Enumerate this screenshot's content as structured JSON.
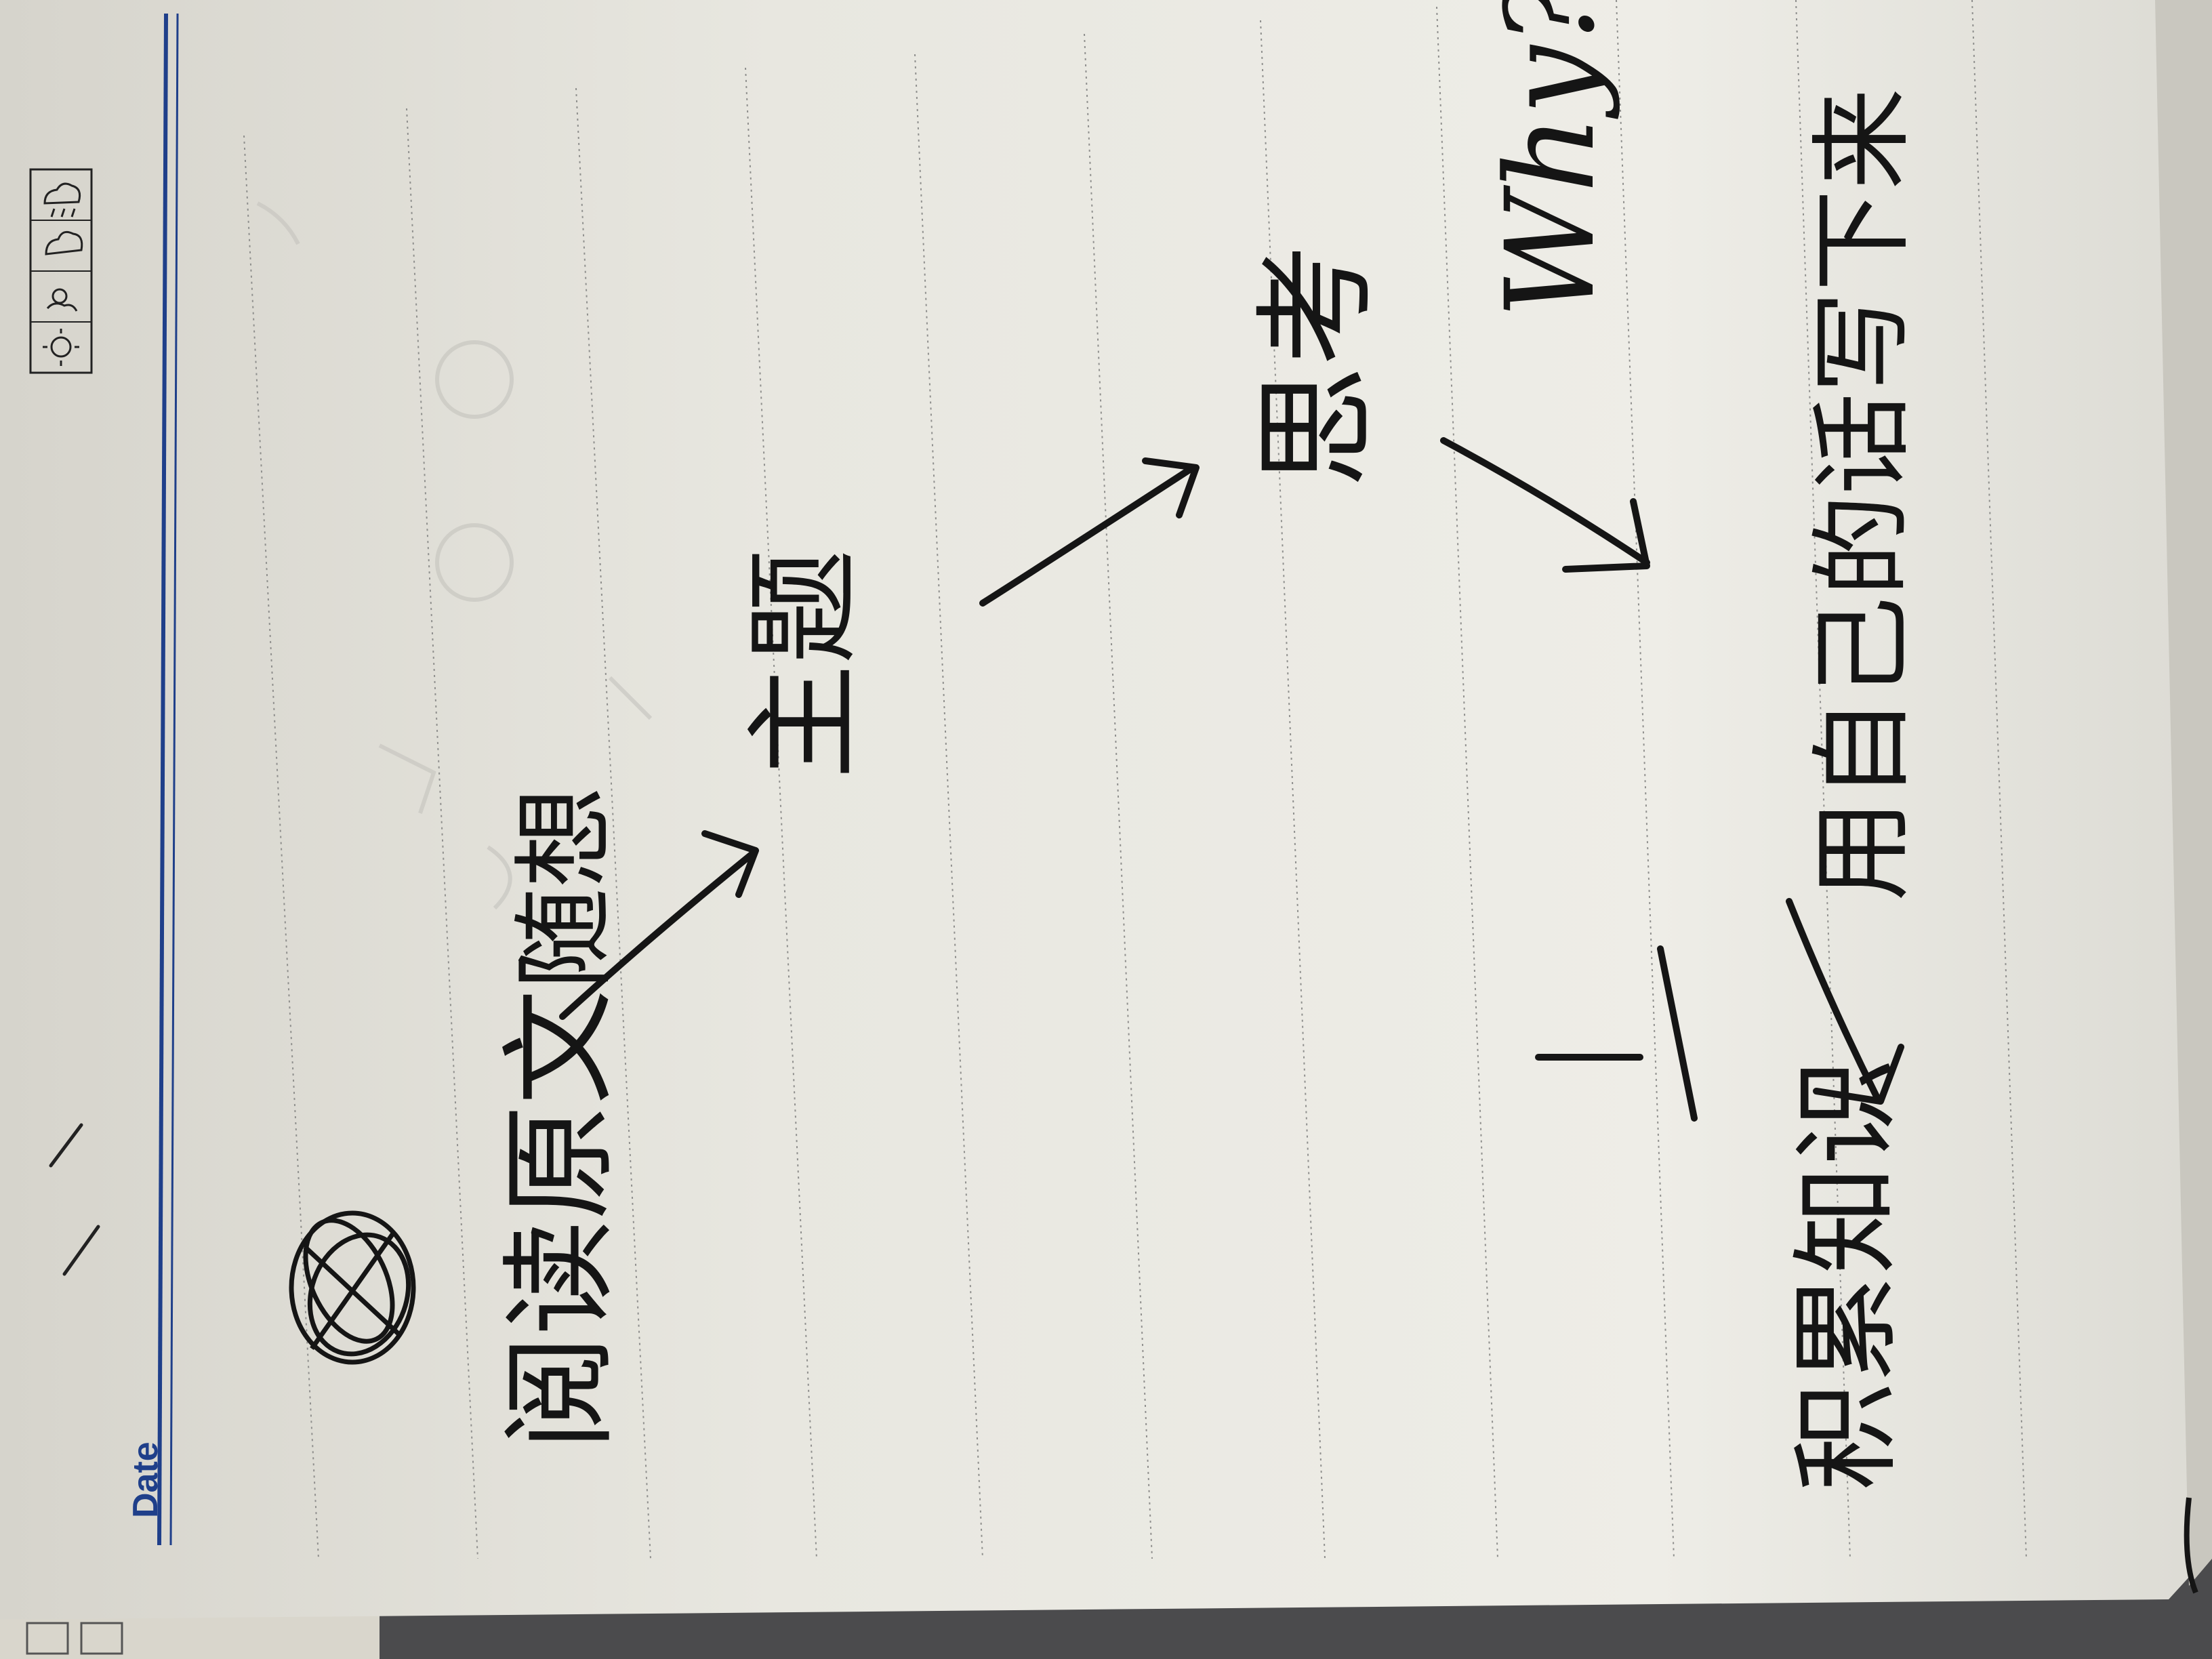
{
  "photo": {
    "subject": "notebook-page-handwritten-flow",
    "orientation": "rotated-90-ccw"
  },
  "header": {
    "date_label": "Date",
    "date_slashes": "/      /",
    "weather_icons": [
      "sun-icon",
      "partly-sunny-icon",
      "cloud-icon",
      "rain-icon"
    ]
  },
  "notes": {
    "scribble_title": "",
    "nodes": [
      {
        "id": "n1",
        "text": "阅读原文"
      },
      {
        "id": "n2",
        "text": "随想"
      },
      {
        "id": "n3",
        "text": "主题"
      },
      {
        "id": "n4",
        "text": "思考"
      },
      {
        "id": "n5",
        "text": "Why?"
      },
      {
        "id": "n6",
        "text": "用自己的话写下来"
      },
      {
        "id": "n7",
        "text": "积累知识"
      }
    ],
    "arrows": [
      {
        "from": "n1",
        "to": "n3"
      },
      {
        "from": "n3",
        "to": "n4"
      },
      {
        "from": "n4",
        "to": "n6"
      },
      {
        "from": "n6",
        "to": "n7"
      }
    ]
  },
  "colors": {
    "paper": "#ecebe4",
    "ruling": "#9a9a98",
    "ink": "#151515",
    "header_blue": "#1f3f8a",
    "background": "#4a4a4c"
  }
}
